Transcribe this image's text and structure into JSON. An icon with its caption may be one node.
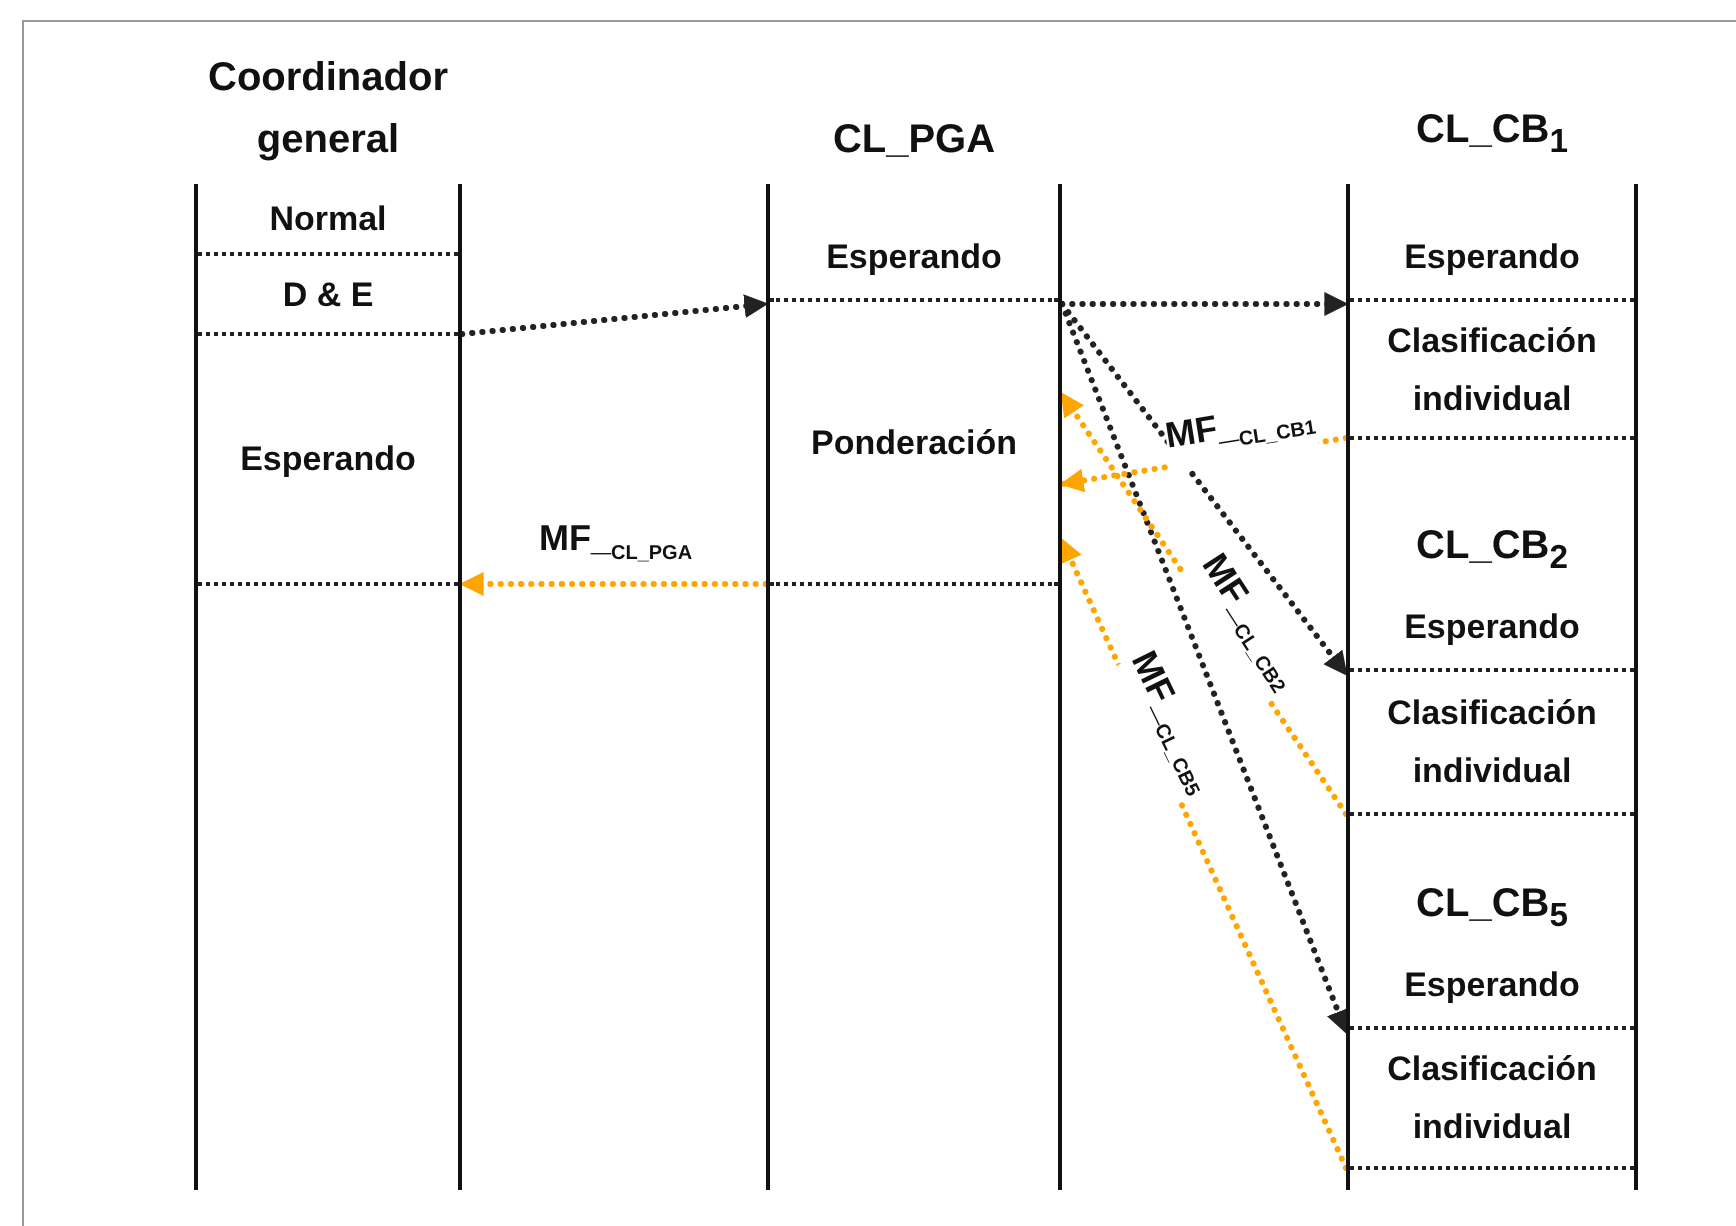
{
  "diagram": {
    "nodes": [
      {
        "text": [
          "Coordinador general"
        ]
      },
      {
        "text": [
          "Normal"
        ],
        "in": 0
      },
      {
        "text": [
          "D & E"
        ],
        "in": 0
      },
      {
        "text": [
          "Esperando"
        ],
        "in": 0
      },
      {
        "text": [
          "CL_PGA"
        ]
      },
      {
        "text": [
          "Esperando"
        ],
        "in": 4
      },
      {
        "text": [
          "Ponderación"
        ],
        "in": 4
      },
      {
        "text": [
          "CL_CB$_{1}$"
        ]
      },
      {
        "text": [
          "Esperando"
        ],
        "in": 7
      },
      {
        "text": [
          "Clasificación individual"
        ],
        "in": 7
      },
      {
        "text": [
          "CL_CB$_{2}$",
          "Esperando"
        ],
        "in": 7
      },
      {
        "text": [
          "Clasificación individual"
        ],
        "in": 7
      },
      {
        "text": [
          "CL_CB$_{5}$",
          "Esperando"
        ],
        "in": 7
      },
      {
        "text": [
          "Clasificación individual"
        ],
        "in": 7
      }
    ],
    "edges": [
      {
        "from": 2,
        "to": 6,
        "arrow": "to"
      },
      {
        "from": 6,
        "to": 9,
        "arrow": "to"
      },
      {
        "from": 6,
        "to": 11,
        "arrow": "to"
      },
      {
        "from": 6,
        "to": 13,
        "arrow": "to"
      },
      {
        "from": 9,
        "to": 6,
        "arrow": "to",
        "label": "MF_$_{CL_CB1}$",
        "color": "#ffa500"
      },
      {
        "from": 11,
        "to": 6,
        "arrow": "to",
        "label": "MF_$_{CL_CB2}$",
        "color": "#ffa500"
      },
      {
        "from": 13,
        "to": 6,
        "arrow": "to",
        "label": "MF_$_{CL_CB5}$",
        "color": "#ffa500"
      },
      {
        "from": 6,
        "to": 3,
        "arrow": "to",
        "label": "MF_$_{CL_PGA}$",
        "color": "#ffa500"
      }
    ]
  }
}
